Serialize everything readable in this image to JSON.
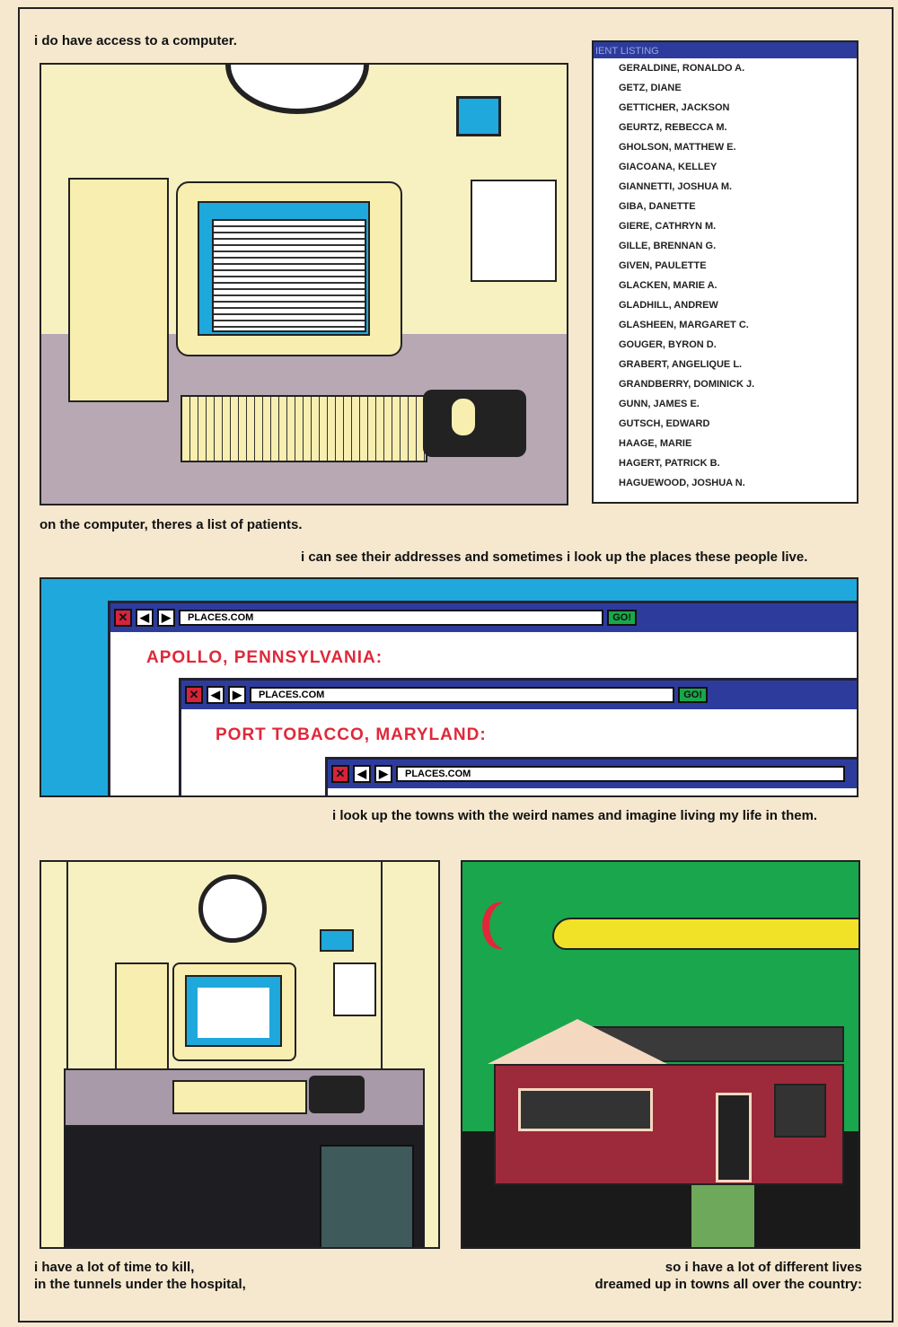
{
  "captions": {
    "c1": "i do have access to a computer.",
    "c2": "on the computer, theres a list of patients.",
    "c3": "i can see their addresses and sometimes i look up the places these people live.",
    "c4": "i look up the towns with the weird names and imagine living my life in them.",
    "c5": "i have a lot of time to kill,\nin the tunnels under the hospital,",
    "c6": "so i have a lot of different lives\ndreamed up in towns all over the country:"
  },
  "patient_list": {
    "header": "IENT LISTING",
    "items": [
      "GERALDINE, RONALDO A.",
      "GETZ, DIANE",
      "GETTICHER, JACKSON",
      "GEURTZ, REBECCA M.",
      "GHOLSON, MATTHEW E.",
      "GIACOANA, KELLEY",
      "GIANNETTI, JOSHUA M.",
      "GIBA, DANETTE",
      "GIERE, CATHRYN M.",
      "GILLE, BRENNAN G.",
      "GIVEN, PAULETTE",
      "GLACKEN, MARIE A.",
      "GLADHILL, ANDREW",
      "GLASHEEN, MARGARET C.",
      "GOUGER, BYRON D.",
      "GRABERT, ANGELIQUE L.",
      "GRANDBERRY, DOMINICK J.",
      "GUNN, JAMES E.",
      "GUTSCH, EDWARD",
      "HAAGE, MARIE",
      "HAGERT, PATRICK B.",
      "HAGUEWOOD, JOSHUA N."
    ]
  },
  "browsers": [
    {
      "url": "PLACES.COM",
      "go": "GO!",
      "town": "APOLLO, PENNSYLVANIA:"
    },
    {
      "url": "PLACES.COM",
      "go": "GO!",
      "town": "PORT TOBACCO, MARYLAND:"
    },
    {
      "url": "PLACES.COM"
    }
  ],
  "colors": {
    "background": "#f5e8cf",
    "browser_bar": "#2d3c9c",
    "town_text": "#e0283a",
    "sky": "#1aa64c"
  }
}
